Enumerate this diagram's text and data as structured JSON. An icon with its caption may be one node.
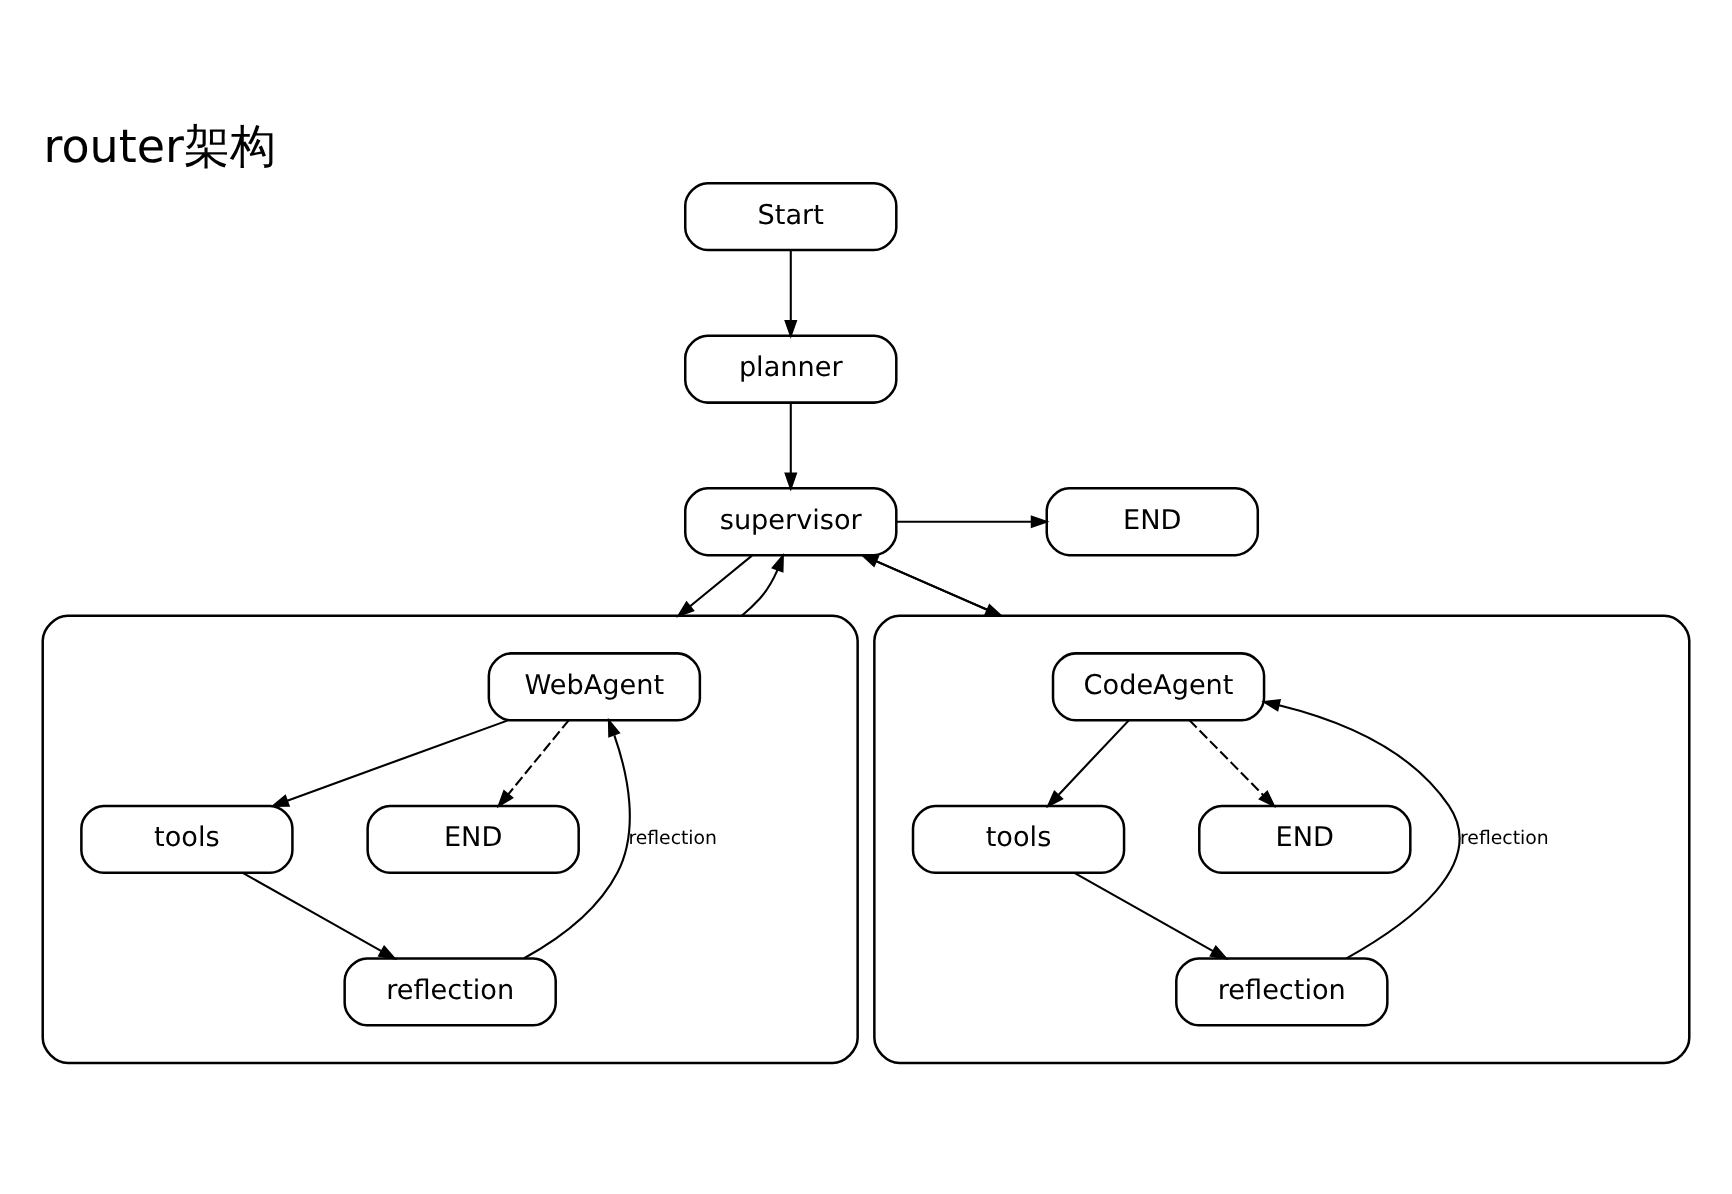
{
  "diagram": {
    "title": "router架构",
    "nodes": [
      {
        "text": [
          "Start"
        ]
      },
      {
        "text": [
          "planner"
        ]
      },
      {
        "text": [
          "supervisor"
        ]
      },
      {
        "text": [
          "END"
        ]
      },
      {
        "text": [],
        "shape": "box"
      },
      {
        "text": [
          "WebAgent"
        ],
        "in": 4
      },
      {
        "text": [
          "tools"
        ],
        "in": 4
      },
      {
        "text": [
          "reflection"
        ],
        "in": 4
      },
      {
        "text": [
          "END"
        ],
        "in": 4
      },
      {
        "text": [],
        "shape": "box"
      },
      {
        "text": [
          "CodeAgent"
        ],
        "in": 9
      },
      {
        "text": [
          "tools"
        ],
        "in": 9
      },
      {
        "text": [
          "reflection"
        ],
        "in": 9
      },
      {
        "text": [
          "END"
        ],
        "in": 9
      }
    ],
    "edges": [
      {
        "from": 0,
        "to": 1,
        "arrow": "to"
      },
      {
        "from": 1,
        "to": 2,
        "arrow": "to"
      },
      {
        "from": 2,
        "to": 3,
        "arrow": "to"
      },
      {
        "from": 2,
        "to": 4,
        "arrow": "to"
      },
      {
        "from": 4,
        "to": 2,
        "arrow": "to"
      },
      {
        "from": 2,
        "to": 9,
        "arrow": "to"
      },
      {
        "from": 9,
        "to": 2,
        "arrow": "to"
      },
      {
        "from": 5,
        "to": 6,
        "arrow": "to"
      },
      {
        "from": 6,
        "to": 7,
        "arrow": "to"
      },
      {
        "from": 7,
        "to": 5,
        "arrow": "to",
        "label": "reflection"
      },
      {
        "from": 5,
        "to": 8,
        "arrow": "to",
        "style": "dashed"
      },
      {
        "from": 10,
        "to": 11,
        "arrow": "to"
      },
      {
        "from": 11,
        "to": 12,
        "arrow": "to"
      },
      {
        "from": 12,
        "to": 10,
        "arrow": "to",
        "label": "reflection"
      },
      {
        "from": 10,
        "to": 13,
        "arrow": "to",
        "style": "dashed"
      }
    ]
  }
}
